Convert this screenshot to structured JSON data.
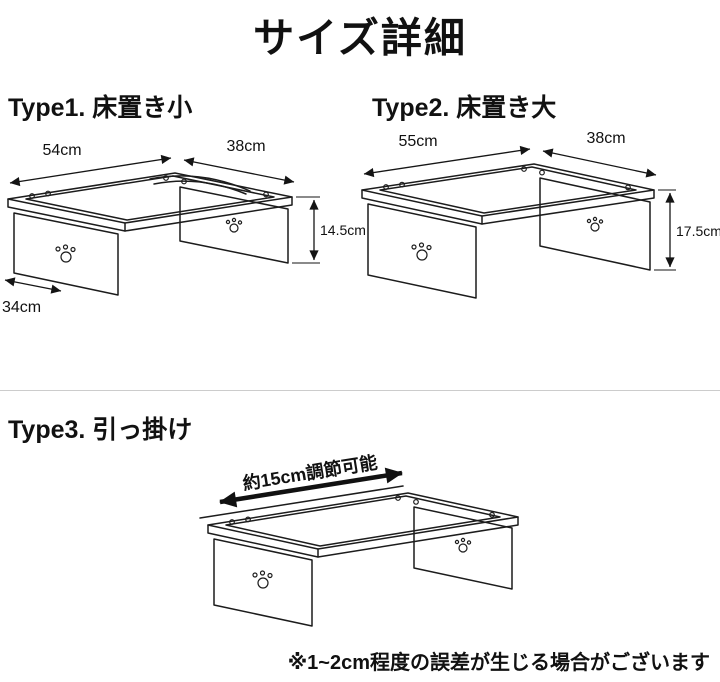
{
  "title": "サイズ詳細",
  "type1": {
    "heading": "Type1. 床置き小",
    "width": "54cm",
    "depth": "38cm",
    "height": "14.5cm",
    "side": "34cm"
  },
  "type2": {
    "heading": "Type2. 床置き大",
    "width": "55cm",
    "depth": "38cm",
    "height": "17.5cm"
  },
  "type3": {
    "heading": "Type3. 引っ掛け",
    "adjust_note": "約15cm調節可能"
  },
  "footnote": "※1~2cm程度の誤差が生じる場合がございます",
  "colors": {
    "ink": "#1c1c1c",
    "background": "#ffffff"
  }
}
